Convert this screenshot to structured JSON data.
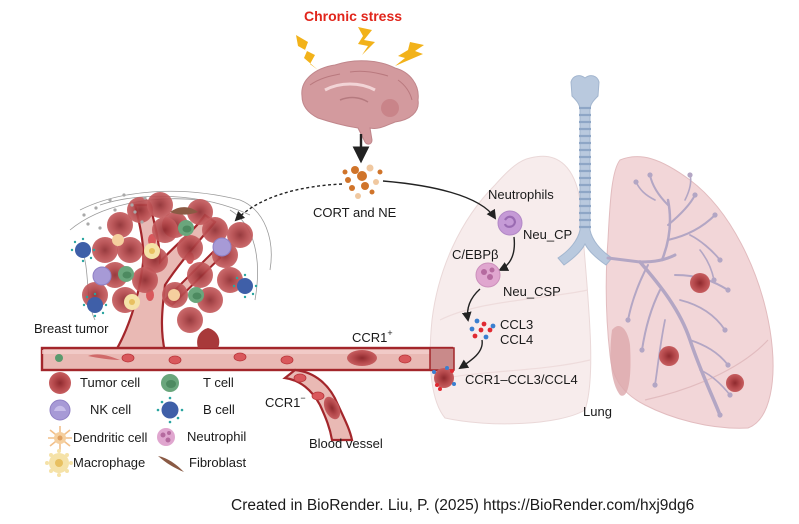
{
  "title": "Chronic stress",
  "hormones_label": "CORT and NE",
  "tumor_label": "Breast tumor",
  "lung": {
    "neutrophils_label": "Neutrophils",
    "neu_cp_label": "Neu_CP",
    "cebpb_label": "C/EBPβ",
    "neu_csp_label": "Neu_CSP",
    "ccl3_label": "CCL3",
    "ccl4_label": "CCL4",
    "axis_label": "CCR1–CCL3/CCL4",
    "organ_label": "Lung"
  },
  "vessel": {
    "ccr1_pos_label": "CCR1",
    "ccr1_pos_sup": "+",
    "ccr1_neg_label": "CCR1",
    "ccr1_neg_sup": "−",
    "vessel_label": "Blood vessel"
  },
  "legend": [
    {
      "icon": "tumor-cell-icon",
      "label": "Tumor cell",
      "color": "#a8393a"
    },
    {
      "icon": "t-cell-icon",
      "label": "T cell",
      "color": "#5a9a6e"
    },
    {
      "icon": "nk-cell-icon",
      "label": "NK cell",
      "color": "#9d8fcf"
    },
    {
      "icon": "b-cell-icon",
      "label": "B cell",
      "color": "#3f5fa8"
    },
    {
      "icon": "dendritic-cell-icon",
      "label": "Dendritic cell",
      "color": "#f2c08a"
    },
    {
      "icon": "neutrophil-icon",
      "label": "Neutrophil",
      "color": "#d99ac6"
    },
    {
      "icon": "macrophage-icon",
      "label": "Macrophage",
      "color": "#f0d98a"
    },
    {
      "icon": "fibroblast-icon",
      "label": "Fibroblast",
      "color": "#8a5a44"
    }
  ],
  "credit": "Created in BioRender. Liu, P. (2025) https://BioRender.com/hxj9dg6",
  "colors": {
    "title": "#e1251b",
    "vessel_wall": "#a3262b",
    "vessel_lumen": "#e9b9b4",
    "lung_left": "#f7ecec",
    "lung_right": "#f2d6d8",
    "trachea": "#b9c9de",
    "bronchi": "#b3a6c4",
    "lightning": "#f2b21a",
    "brain": "#d39a9e",
    "ccl_red": "#e02a32",
    "ccl_blue": "#3a7fd0"
  }
}
